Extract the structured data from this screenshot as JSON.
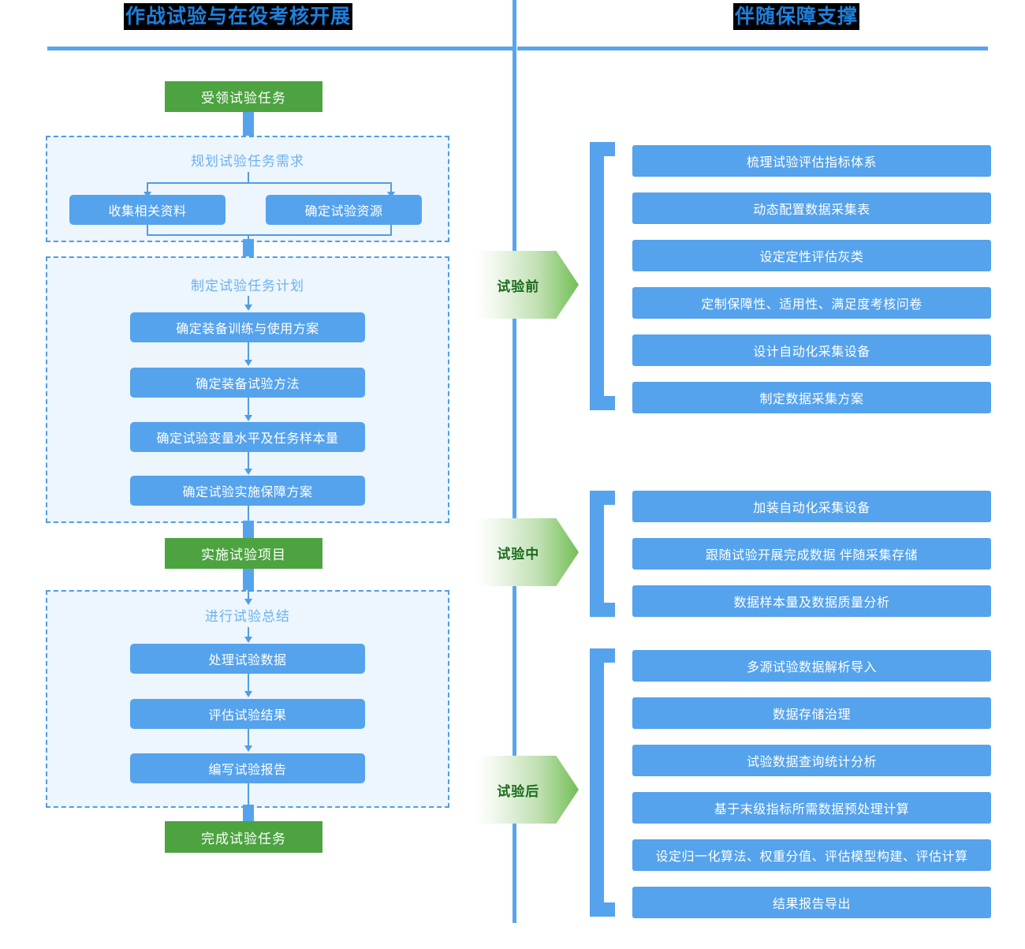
{
  "colors": {
    "accent_blue": "#55a3ec",
    "rule_blue": "#58a5ef",
    "green": "#4ca340",
    "group_fill": "#edf5fd",
    "group_border": "#4f9ee6",
    "title_text": "#1f7fdc",
    "title_bg": "#000000",
    "phase_text": "#1d6b1d"
  },
  "headers": {
    "left_title": "作战试验与在役考核开展",
    "right_title": "伴随保障支撑"
  },
  "left_flow": {
    "start_node": "受领试验任务",
    "mid_node": "实施试验项目",
    "end_node": "完成试验任务",
    "groups": [
      {
        "label": "规划试验任务需求",
        "branch_items": [
          "收集相关资料",
          "确定试验资源"
        ]
      },
      {
        "label": "制定试验任务计划",
        "items": [
          "确定装备训练与使用方案",
          "确定装备试验方法",
          "确定试验变量水平及任务样本量",
          "确定试验实施保障方案"
        ]
      },
      {
        "label": "进行试验总结",
        "items": [
          "处理试验数据",
          "评估试验结果",
          "编写试验报告"
        ]
      }
    ]
  },
  "right_flow": {
    "phases": [
      {
        "name": "试验前",
        "items": [
          "梳理试验评估指标体系",
          "动态配置数据采集表",
          "设定定性评估灰类",
          "定制保障性、适用性、满足度考核问卷",
          "设计自动化采集设备",
          "制定数据采集方案"
        ]
      },
      {
        "name": "试验中",
        "items": [
          "加装自动化采集设备",
          "跟随试验开展完成数据 伴随采集存储",
          "数据样本量及数据质量分析"
        ]
      },
      {
        "name": "试验后",
        "items": [
          "多源试验数据解析导入",
          "数据存储治理",
          "试验数据查询统计分析",
          "基于末级指标所需数据预处理计算",
          "设定归一化算法、权重分值、评估模型构建、评估计算",
          "结果报告导出"
        ]
      }
    ]
  }
}
